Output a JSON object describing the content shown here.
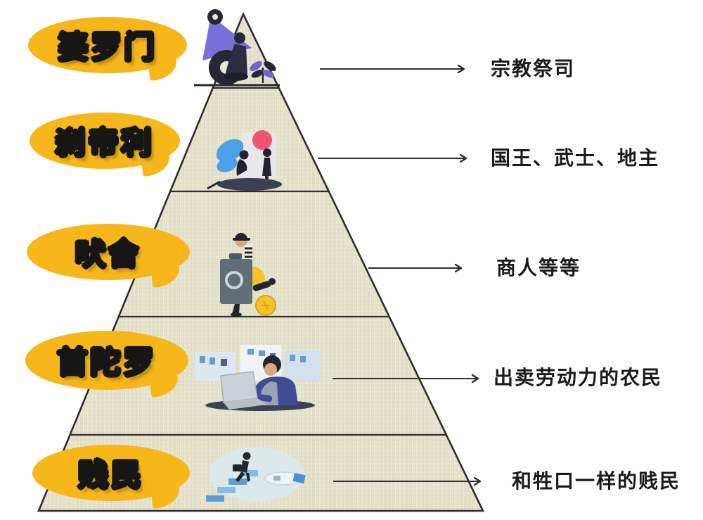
{
  "colors": {
    "label_bg": "#F7B71B",
    "label_text": "#FFFFFF",
    "label_outline": "#161616",
    "pyramid_fill": "#E9E7D2",
    "line": "#2D2D2D",
    "description_text": "#1A1A1A",
    "background": "#FFFFFF"
  },
  "tiers": [
    {
      "label": "婆罗门",
      "description": "宗教祭司",
      "illustration": "meditating-priest-illustration"
    },
    {
      "label": "刹帝利",
      "description": "国王、武士、地主",
      "illustration": "winged-figure-illustration"
    },
    {
      "label": "吠舍",
      "description": "商人等等",
      "illustration": "merchant-safe-coins-illustration"
    },
    {
      "label": "首陀罗",
      "description": "出卖劳动力的农民",
      "illustration": "laborer-at-laptop-illustration"
    },
    {
      "label": "贱民",
      "description": "和牲口一样的贱民",
      "illustration": "stair-climber-illustration"
    }
  ]
}
